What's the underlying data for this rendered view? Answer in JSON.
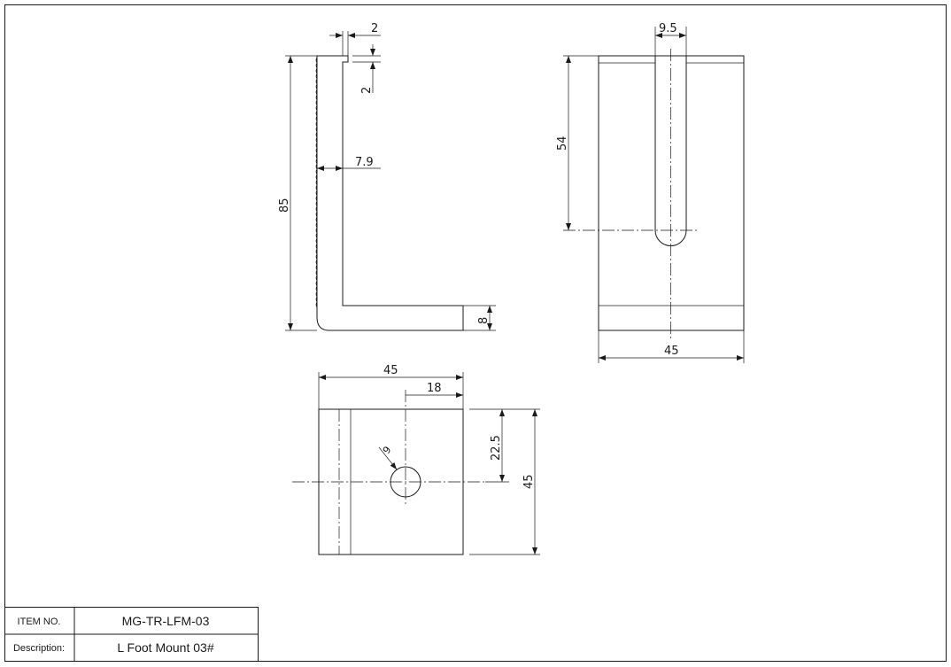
{
  "dimensions": {
    "side_view": {
      "top_thickness": "2",
      "lip_height": "2",
      "wall_thickness": "7.9",
      "total_height": "85",
      "foot_thickness": "8"
    },
    "front_view": {
      "slot_width": "9.5",
      "slot_depth": "54",
      "width": "45"
    },
    "bottom_view": {
      "width": "45",
      "hole_offset_x": "18",
      "hole_offset_y": "22.5",
      "height": "45",
      "hole_diameter": "9"
    }
  },
  "title_block": {
    "item_no_label": "ITEM NO.",
    "item_no_value": "MG-TR-LFM-03",
    "description_label": "Description:",
    "description_value": "L Foot Mount 03#"
  }
}
